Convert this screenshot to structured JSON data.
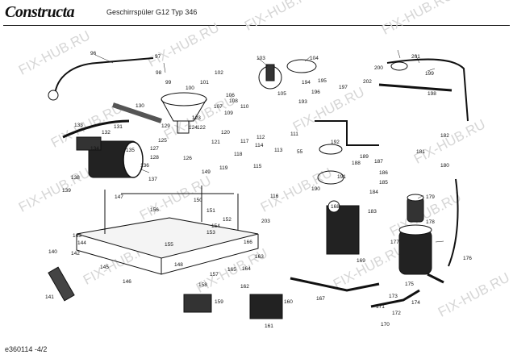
{
  "header": {
    "logo": "Constructa",
    "title": "Geschirrspüler G12 Typ 346"
  },
  "footer": {
    "doc_id": "e360114 -4/2"
  },
  "watermark": "FIX-HUB.RU",
  "part_labels": [
    "96",
    "97",
    "98",
    "99",
    "100",
    "101",
    "102",
    "103",
    "104",
    "105",
    "106",
    "107",
    "108",
    "109",
    "110",
    "111",
    "112",
    "113",
    "114",
    "115",
    "116",
    "117",
    "118",
    "119",
    "120",
    "121",
    "122",
    "123",
    "124",
    "125",
    "126",
    "127",
    "128",
    "129",
    "130",
    "131",
    "132",
    "133",
    "134",
    "135",
    "136",
    "137",
    "138",
    "139",
    "140",
    "141",
    "142",
    "143",
    "144",
    "145",
    "146",
    "147",
    "148",
    "149",
    "150",
    "151",
    "152",
    "153",
    "154",
    "155",
    "156",
    "157",
    "158",
    "159",
    "160",
    "161",
    "162",
    "163",
    "164",
    "165",
    "166",
    "167",
    "168",
    "169",
    "170",
    "171",
    "172",
    "173",
    "174",
    "175",
    "176",
    "177",
    "178",
    "179",
    "180",
    "181",
    "182",
    "183",
    "184",
    "185",
    "186",
    "187",
    "188",
    "189",
    "190",
    "191",
    "192",
    "193",
    "194",
    "195",
    "196",
    "197",
    "198",
    "199",
    "200",
    "201",
    "202",
    "203",
    "55",
    "98"
  ]
}
